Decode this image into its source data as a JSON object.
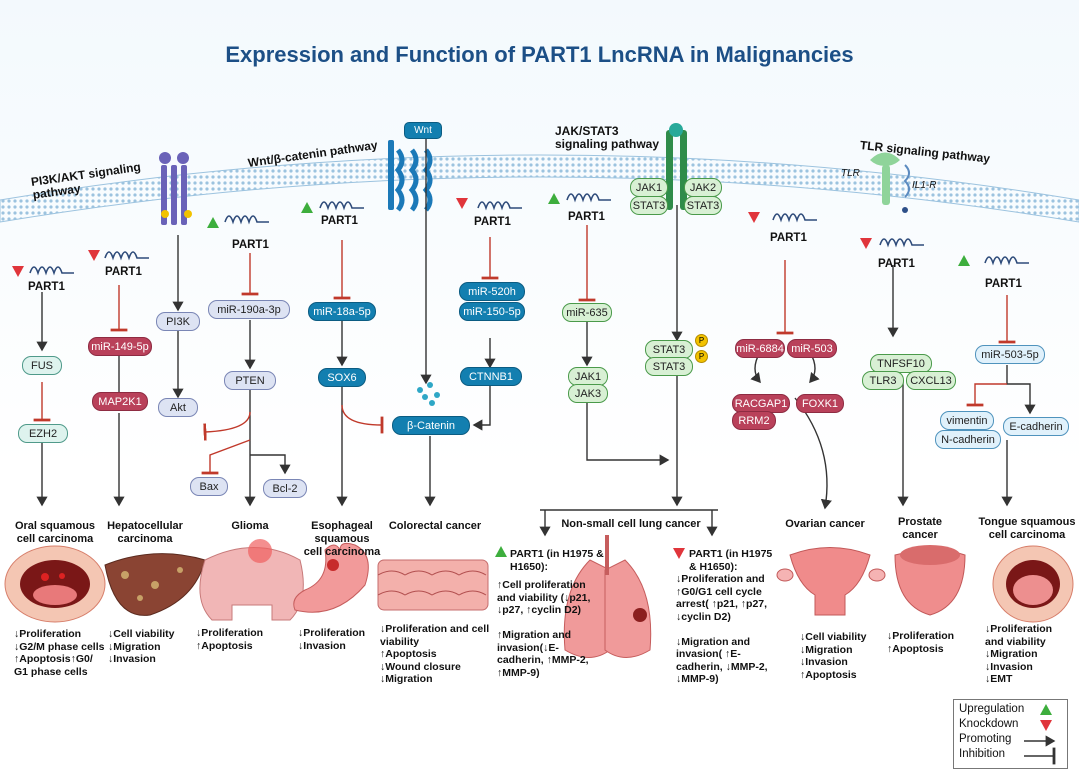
{
  "title": "Expression and Function of PART1 LncRNA in Malignancies",
  "pathways": {
    "pi3k": "PI3K/AKT signaling\npathway",
    "wnt": "Wnt/β-catenin pathway",
    "jak": "JAK/STAT3\nsignaling pathway",
    "tlr": "TLR signaling pathway"
  },
  "receptors": {
    "wnt": "Wnt",
    "tlr": "TLR",
    "il1r": "IL1-R"
  },
  "part1": "PART1",
  "nodes": {
    "fus": "FUS",
    "ezh2": "EZH2",
    "mir149": "miR-149-5p",
    "map2k1": "MAP2K1",
    "pi3k": "PI3K",
    "akt": "Akt",
    "mir190": "miR-190a-3p",
    "pten": "PTEN",
    "bax": "Bax",
    "bcl2": "Bcl-2",
    "mir18": "miR-18a-5p",
    "sox6": "SOX6",
    "bcat": "β-Catenin",
    "mir520": "miR-520h",
    "mir150": "miR-150-5p",
    "ctnnb1": "CTNNB1",
    "mir635": "miR-635",
    "jak1b": "JAK1",
    "jak3": "JAK3",
    "jak1": "JAK1",
    "jak2": "JAK2",
    "stat3a": "STAT3",
    "stat3b": "STAT3",
    "stat3c": "STAT3",
    "stat3d": "STAT3",
    "p": "P",
    "mir6884": "miR-6884",
    "mir503": "miR-503",
    "racgap1": "RACGAP1",
    "rrm2": "RRM2",
    "foxk1": "FOXK1",
    "tnfsf10": "TNFSF10",
    "tlr3": "TLR3",
    "cxcl13": "CXCL13",
    "mir503_5p": "miR-503-5p",
    "vimentin": "vimentin",
    "ncad": "N-cadherin",
    "ecad": "E-cadherin"
  },
  "cancers": {
    "oral": "Oral squamous\ncell carcinoma",
    "hcc": "Hepatocellular\ncarcinoma",
    "glioma": "Glioma",
    "esoph": "Esophageal squamous\ncell carcinoma",
    "colo": "Colorectal cancer",
    "nsclc": "Non-small cell lung cancer",
    "ovarian": "Ovarian cancer",
    "prostate": "Prostate cancer",
    "tongue": "Tongue squamous\ncell carcinoma"
  },
  "effects": {
    "oral": "↓Proliferation\n↓G2/M phase cells\n↑Apoptosis↑G0/\nG1 phase cells",
    "hcc": "↓Cell viability\n↓Migration\n↓Invasion",
    "glioma": "↓Proliferation\n↑Apoptosis",
    "esoph": "↓Proliferation\n↓Invasion",
    "colo": "↓Proliferation and cell\nviability\n↑Apoptosis\n↓Wound closure\n↓Migration",
    "nsclc_up_head": "PART1 (in H1975 &\nH1650):",
    "nsclc_up": "↑Cell proliferation\nand viability (↓p21,\n↓p27, ↑cyclin D2)\n\n↑Migration and\ninvasion(↓E-\ncadherin, ↑MMP-2,\n↑MMP-9)",
    "nsclc_down_head": "PART1 (in H1975\n& H1650):",
    "nsclc_down": "↓Proliferation and\n↑G0/G1 cell cycle\narrest( ↑p21, ↑p27,\n↓cyclin D2)\n\n↓Migration and\ninvasion( ↑E-\ncadherin, ↓MMP-2,\n↓MMP-9)",
    "ovarian": "↓Cell viability\n↓Migration\n↓Invasion\n↑Apoptosis",
    "prostate": "↓Proliferation\n↑Apoptosis",
    "tongue": "↓Proliferation\nand viability\n↓Migration\n↓Invasion\n↓EMT"
  },
  "legend": {
    "upregulation": "Upregulation",
    "knockdown": "Knockdown",
    "promoting": "Promoting",
    "inhibition": "Inhibition"
  },
  "colors": {
    "up": "#3dae3d",
    "down": "#e0353b",
    "title": "#1c4f86",
    "membrane": "#b7d5ea"
  }
}
